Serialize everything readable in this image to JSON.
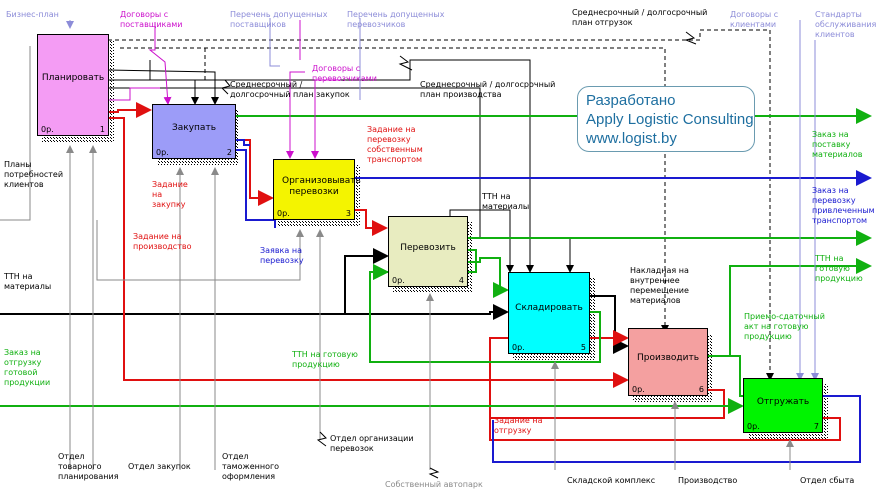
{
  "colors": {
    "black": "#000000",
    "red": "#e01010",
    "blue": "#1a1ad0",
    "green": "#10b010",
    "magenta": "#cc10cc",
    "gray": "#8a8a8a",
    "lightblue": "#8c8cd8"
  },
  "callout": {
    "line1": "Разработано",
    "line2": "Apply Logistic Consulting",
    "line3": "www.logist.by"
  },
  "blocks": [
    {
      "id": "b1",
      "title": "Планировать",
      "cost": "0р.",
      "num": "1",
      "color": "#f49cf4"
    },
    {
      "id": "b2",
      "title": "Закупать",
      "cost": "0р.",
      "num": "2",
      "color": "#9c9cf8"
    },
    {
      "id": "b3",
      "title": "Организовывать перевозки",
      "cost": "0р.",
      "num": "3",
      "color": "#f4f400"
    },
    {
      "id": "b4",
      "title": "Перевозить",
      "cost": "0р.",
      "num": "4",
      "color": "#e8ecc0"
    },
    {
      "id": "b5",
      "title": "Складировать",
      "cost": "0р.",
      "num": "5",
      "color": "#00ffff"
    },
    {
      "id": "b6",
      "title": "Производить",
      "cost": "0р.",
      "num": "6",
      "color": "#f4a0a0"
    },
    {
      "id": "b7",
      "title": "Отгружать",
      "cost": "0р.",
      "num": "7",
      "color": "#00f400"
    }
  ],
  "labels": {
    "business_plan": "Бизнес-план",
    "contracts_suppliers": "Договоры с\nпоставщиками",
    "approved_suppliers": "Перечень допущенных\nпоставщиков",
    "approved_carriers": "Перечень допущенных\nперевозчиков",
    "mid_long_shipments": "Среднесрочный / долгосрочный\nплан отгрузок",
    "contracts_clients": "Договоры с\nклиентами",
    "service_standards": "Стандарты\nобслуживания\nклиентов",
    "contracts_carriers": "Договоры с\nперевозчиками",
    "mid_long_purchase": "Среднесрочный /\nдолгосрочный план закупок",
    "mid_long_production": "Среднесрочный / долгосрочный\nплан производства",
    "task_own_transport": "Задание на\nперевозку\nсобственным\nтранспортом",
    "order_delivery": "Заказ на\nпоставку\nматериалов",
    "order_hired_transport": "Заказ на\nперевозку\nпривлеченным\nтранспортом",
    "client_needs": "Планы\nпотребностей\nклиентов",
    "task_purchase": "Задание\nна\nзакупку",
    "task_production": "Задание на\nпроизводство",
    "transport_request": "Заявка на\nперевозку",
    "ttn_materials_mid": "ТТН на\nматериалы",
    "ttn_finished": "ТТН на\nготовую\nпродукцию",
    "ttn_materials_left": "ТТН на\nматериалы",
    "internal_waybill": "Накладная на\nвнутреннее\nперемещение\nматериалов",
    "acceptance_act": "Приемо-сдаточный\nакт на готовую\nпродукцию",
    "order_shipment": "Заказ на\nотгрузку\nготовой\nпродукции",
    "ttn_finished_mid": "ТТН на готовую\nпродукцию",
    "task_shipment": "Задание на\nотгрузку",
    "dept_commodity": "Отдел\nтоварного\nпланирования",
    "dept_purchase": "Отдел закупок",
    "dept_customs": "Отдел\nтаможенного\nоформления",
    "dept_transport": "Отдел организации\nперевозок",
    "own_fleet": "Собственный автопарк",
    "warehouse": "Складской комплекс",
    "production": "Производство",
    "dept_sales": "Отдел сбыта"
  }
}
